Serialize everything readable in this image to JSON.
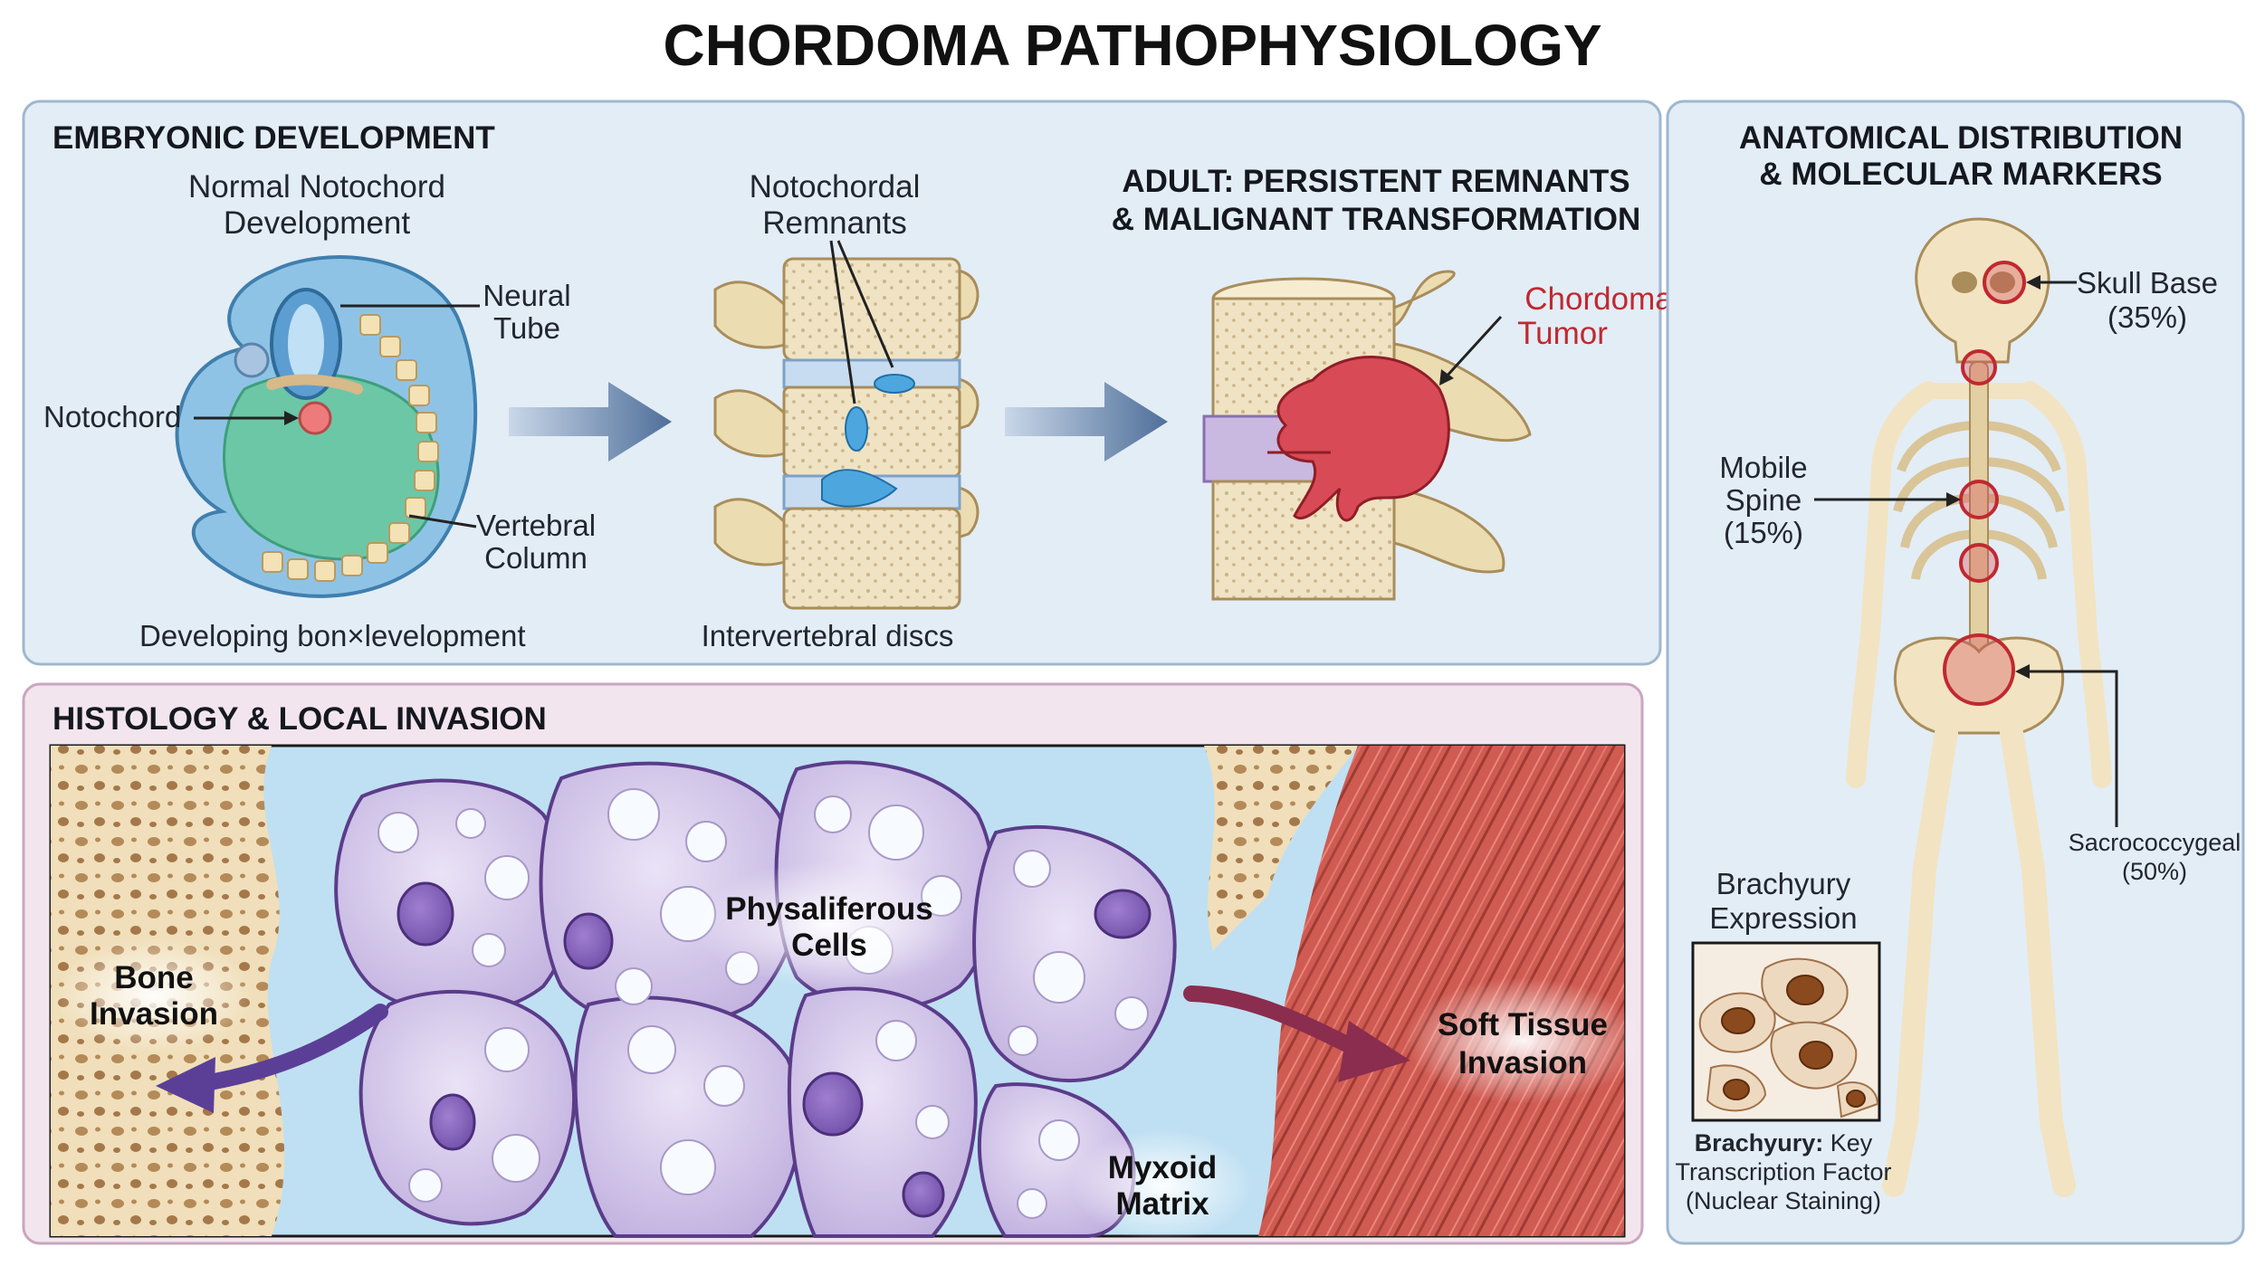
{
  "title": "CHORDOMA PATHOPHYSIOLOGY",
  "embryonic": {
    "header": "EMBRYONIC DEVELOPMENT",
    "normal_title_1": "Normal Notochord",
    "normal_title_2": "Development",
    "neural_tube_1": "Neural",
    "neural_tube_2": "Tube",
    "notochord": "Notochord",
    "vertebral_1": "Vertebral",
    "vertebral_2": "Column",
    "caption": "Developing bon×levelopment",
    "remnants_1": "Notochordal",
    "remnants_2": "Remnants",
    "discs_caption": "Intervertebral discs",
    "adult_1": "ADULT: PERSISTENT REMNANTS",
    "adult_2": "& MALIGNANT TRANSFORMATION",
    "tumor_1": "Chordoma",
    "tumor_2": "Tumor"
  },
  "histology": {
    "header": "HISTOLOGY & LOCAL INVASION",
    "bone_1": "Bone",
    "bone_2": "Invasion",
    "cells_1": "Physaliferous",
    "cells_2": "Cells",
    "soft_1": "Soft Tissue",
    "soft_2": "Invasion",
    "matrix_1": "Myxoid",
    "matrix_2": "Matrix"
  },
  "anatomy": {
    "header_1": "ANATOMICAL DISTRIBUTION",
    "header_2": "& MOLECULAR MARKERS",
    "skull_1": "Skull Base",
    "skull_2": "(35%)",
    "spine_1": "Mobile",
    "spine_2": "Spine",
    "spine_3": "(15%)",
    "sacro_1": "Sacrococcygeal",
    "sacro_2": "(50%)",
    "brachyury_1": "Brachyury",
    "brachyury_2": "Expression",
    "note_bold": "Brachyury:",
    "note_1": "Key",
    "note_2": "Transcription Factor",
    "note_3": "(Nuclear Staining)"
  },
  "colors": {
    "panel_blue": "#e3edf6",
    "panel_pink": "#f3e5ee",
    "tumor_red": "#c0292f",
    "cell_purple": "#8a6bbd",
    "muscle_red": "#c8524a"
  }
}
